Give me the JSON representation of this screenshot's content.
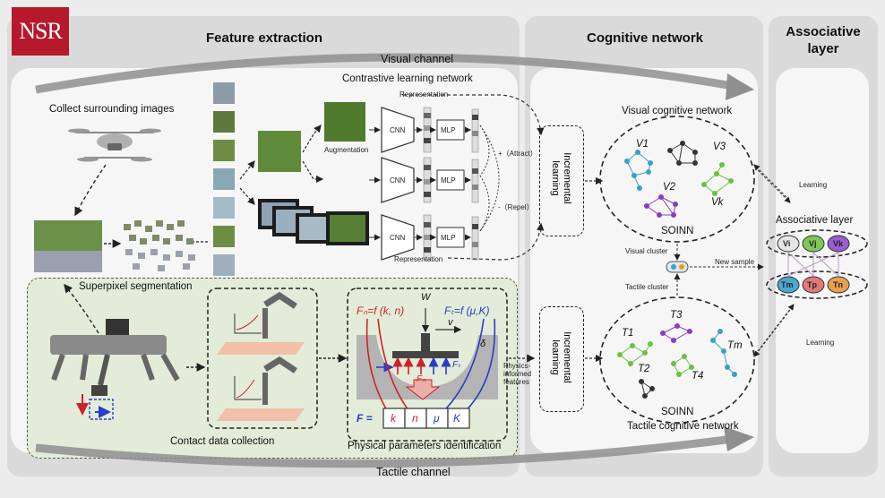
{
  "logo_text": "NSR",
  "sections": {
    "feature_extraction": "Feature extraction",
    "cognitive_network": "Cognitive  network",
    "associative_layer_title": "Associative layer"
  },
  "channels": {
    "visual": "Visual channel",
    "tactile": "Tactile channel"
  },
  "visual_part": {
    "collect_images": "Collect surrounding images",
    "superpixel": "Superpixel segmentation",
    "contrastive": "Contrastive learning network",
    "augmentation": "Augmentation",
    "representation_top": "Representation",
    "representation_bottom": "Representation",
    "cnn": "CNN",
    "mlp": "MLP",
    "attract": "+（Attract）",
    "repel": "-（Repel）"
  },
  "tactile_part": {
    "contact_collection": "Contact data collection",
    "physical_identification": "Physical parameters identification",
    "physics_informed": "Physics-informed features",
    "fn_eq": "Fₙ=f (k, n)",
    "ft_eq": "Fₜ=f (μ,K)",
    "w": "W",
    "v": "v",
    "delta": "δ",
    "fn": "Fₙ",
    "ft": "Fₜ",
    "f_vec": "F =",
    "params": [
      "k",
      "n",
      "μ",
      "K"
    ]
  },
  "incremental_learning": "Incremental learning",
  "visual_network": {
    "title": "Visual cognitive network",
    "clusters": [
      "V1",
      "V3",
      "V2",
      "Vk"
    ],
    "soinn": "SOINN"
  },
  "tactile_network": {
    "title": "Tactile cognitive network",
    "clusters": [
      "T1",
      "T3",
      "Tm",
      "T2",
      "T4"
    ],
    "soinn": "SOINN"
  },
  "middle_labels": {
    "visual_cluster": "Visual cluster",
    "tactile_cluster": "Tactile cluster",
    "new_sample": "New sample",
    "learning_top": "Learning",
    "learning_bottom": "Learning"
  },
  "associative": {
    "label": "Associative layer",
    "top_nodes": [
      "Vi",
      "Vj",
      "Vk"
    ],
    "bottom_nodes": [
      "Tm",
      "Tp",
      "Tn"
    ]
  },
  "colors": {
    "logo": "#b5192b",
    "fn_red": "#d0202a",
    "ft_blue": "#2a3cc8",
    "cluster_teal": "#3aa0c8",
    "cluster_purple": "#8a3cc0",
    "cluster_green": "#6cc040",
    "cluster_dark": "#333333"
  }
}
